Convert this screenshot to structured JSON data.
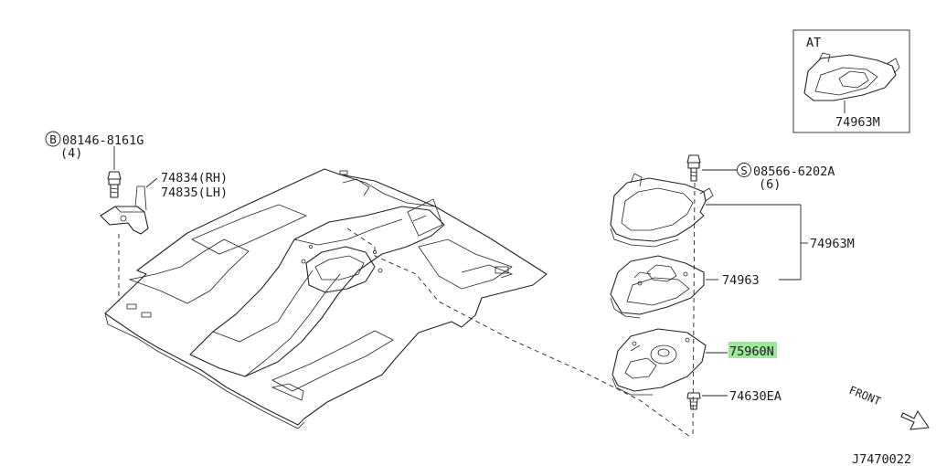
{
  "bolt_b": {
    "marker": "B",
    "part_no": "08146-8161G",
    "qty": "(4)"
  },
  "bracket": {
    "rh": "74834(RH)",
    "lh": "74835(LH)"
  },
  "screw_s": {
    "marker": "S",
    "part_no": "08566-6202A",
    "qty": "(6)"
  },
  "cover_assy": {
    "part_no": "74963M"
  },
  "cover": {
    "part_no": "74963"
  },
  "insulator": {
    "part_no": "75960N",
    "highlight_color": "#9fe79f"
  },
  "clip": {
    "part_no": "74630EA"
  },
  "inset": {
    "title": "AT",
    "part_no": "74963M"
  },
  "front_label": "FRONT",
  "diagram_id": "J7470022"
}
